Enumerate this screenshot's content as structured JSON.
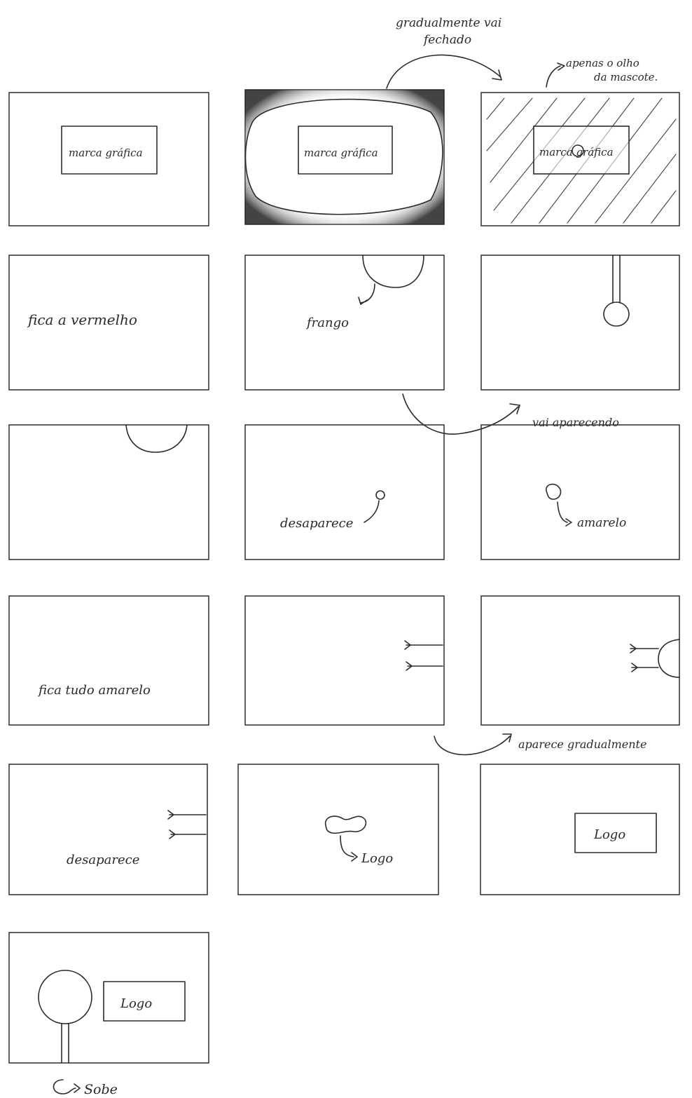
{
  "frames": {
    "f1": {
      "box_text": "marca gráfica"
    },
    "f2": {
      "box_text": "marca gráfica"
    },
    "f3": {
      "box_text": "marca gráfica"
    },
    "f4": {
      "text": "fica a vermelho"
    },
    "f5": {
      "text": "frango"
    },
    "f8": {
      "text": "desaparece"
    },
    "f9": {
      "text": "amarelo"
    },
    "f10": {
      "text": "fica tudo amarelo"
    },
    "f13": {
      "text": "desaparece"
    },
    "f14": {
      "text": "Logo"
    },
    "f15": {
      "box_text": "Logo"
    },
    "f16": {
      "box_text": "Logo"
    }
  },
  "annotations": {
    "gradually_closed": [
      "gradualmente vai",
      "fechado"
    ],
    "mascot_eye": [
      "apenas o olho",
      "da mascote."
    ],
    "appearing": "vai aparecendo",
    "appears_gradually": "aparece gradualmente",
    "rises": "Sobe"
  }
}
